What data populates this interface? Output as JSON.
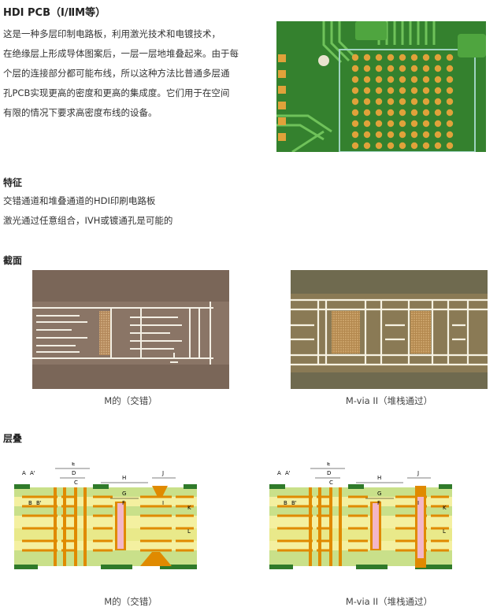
{
  "title": "HDI PCB（Ⅰ/ⅡM等）",
  "intro_lines": [
    "这是一种多层印制电路板，利用激光技术和电镀技术，",
    "在绝缘层上形成导体图案后，一层一层地堆叠起来。由于每",
    "个层的连接部分都可能布线，所以这种方法比普通多层通",
    "孔PCB实现更高的密度和更高的集成度。它们用于在空间",
    "有限的情况下要求高密度布线的设备。"
  ],
  "features": {
    "heading": "特征",
    "items": [
      "交错通道和堆叠通道的HDI印刷电路板",
      "激光通过任意组合，IVH或镀通孔是可能的"
    ]
  },
  "cross_section": {
    "heading": "截面",
    "captions": [
      "M的（交错）",
      "M-via II（堆栈通过）"
    ]
  },
  "stackup": {
    "heading": "层叠",
    "captions": [
      "M的（交错）",
      "M-via II（堆栈通过）"
    ],
    "dimension_labels": [
      "A",
      "A'",
      "B",
      "B'",
      "C",
      "D",
      "E",
      "F",
      "G",
      "H",
      "I",
      "J",
      "K",
      "L"
    ]
  },
  "colors": {
    "board_green": "#2f7a2a",
    "pad_gold": "#e0a23a",
    "layer_yellow": "#f4f0a0",
    "layer_green": "#c9e08a",
    "copper_orange": "#e08a00",
    "via_pink": "#f3b6c8",
    "micro_brown": "#7a6658"
  }
}
